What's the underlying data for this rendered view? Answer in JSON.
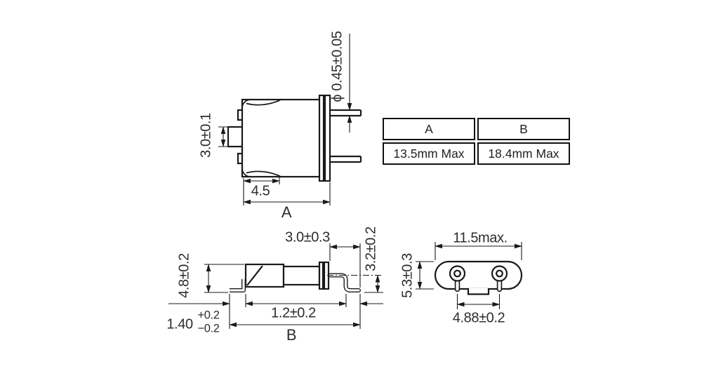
{
  "colors": {
    "line": "#1a1a1a",
    "text": "#2d2d2d",
    "background": "#ffffff"
  },
  "spec_table": {
    "columns": [
      {
        "header": "A",
        "value": "13.5mm Max"
      },
      {
        "header": "B",
        "value": "18.4mm Max"
      }
    ]
  },
  "front_view": {
    "lead_diameter": "ϕ 0.45±0.05",
    "tab_height": "3.0±0.1",
    "crimp_length": "4.5",
    "overall_width_ref": "A"
  },
  "side_view": {
    "body_height": "4.8±0.2",
    "lead_protrusion": "3.0±0.3",
    "lead_centerline_height": "3.2±0.2",
    "right_foot_length": "1.2±0.2",
    "left_foot_length": "1.40",
    "left_foot_tol_plus": "+0.2",
    "left_foot_tol_minus": "−0.2",
    "overall_length_ref": "B"
  },
  "bottom_view": {
    "overall_width": "11.5max.",
    "body_depth": "5.3±0.3",
    "lead_spacing": "4.88±0.2"
  }
}
